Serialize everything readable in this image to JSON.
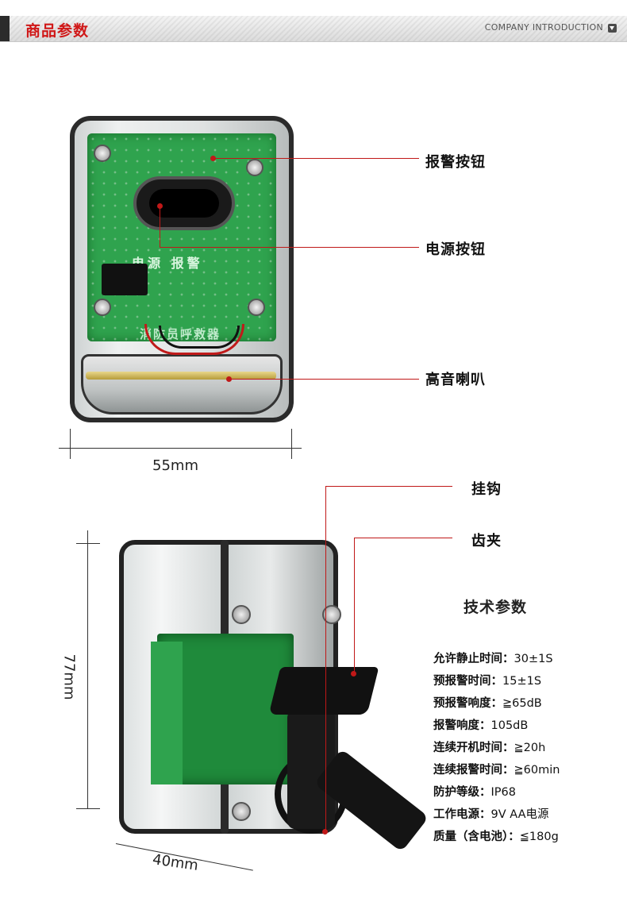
{
  "header": {
    "title": "商品参数",
    "right_label": "COMPANY INTRODUCTION",
    "accent_color": "#d01818"
  },
  "device_front": {
    "callouts": [
      "报警按钮",
      "电源按钮",
      "高音喇叭"
    ],
    "width_label": "55mm",
    "pcb_text": "消防员呼救器",
    "pcb_mark": "电源  报警"
  },
  "device_side": {
    "callouts": [
      "挂钩",
      "齿夹"
    ],
    "height_label": "77mm",
    "depth_label": "40mm"
  },
  "specs": {
    "title": "技术参数",
    "items": [
      {
        "key": "允许静止时间：",
        "value": "30±1S"
      },
      {
        "key": "预报警时间：",
        "value": "15±1S"
      },
      {
        "key": "预报警响度：",
        "value": "≧65dB"
      },
      {
        "key": "报警响度：",
        "value": "105dB"
      },
      {
        "key": "连续开机时间：",
        "value": "≧20h"
      },
      {
        "key": "连续报警时间：",
        "value": "≧60min"
      },
      {
        "key": "防护等级：",
        "value": "IP68"
      },
      {
        "key": "工作电源：",
        "value": "9V AA电源"
      },
      {
        "key": "质量（含电池）：",
        "value": "≦180g"
      }
    ]
  }
}
